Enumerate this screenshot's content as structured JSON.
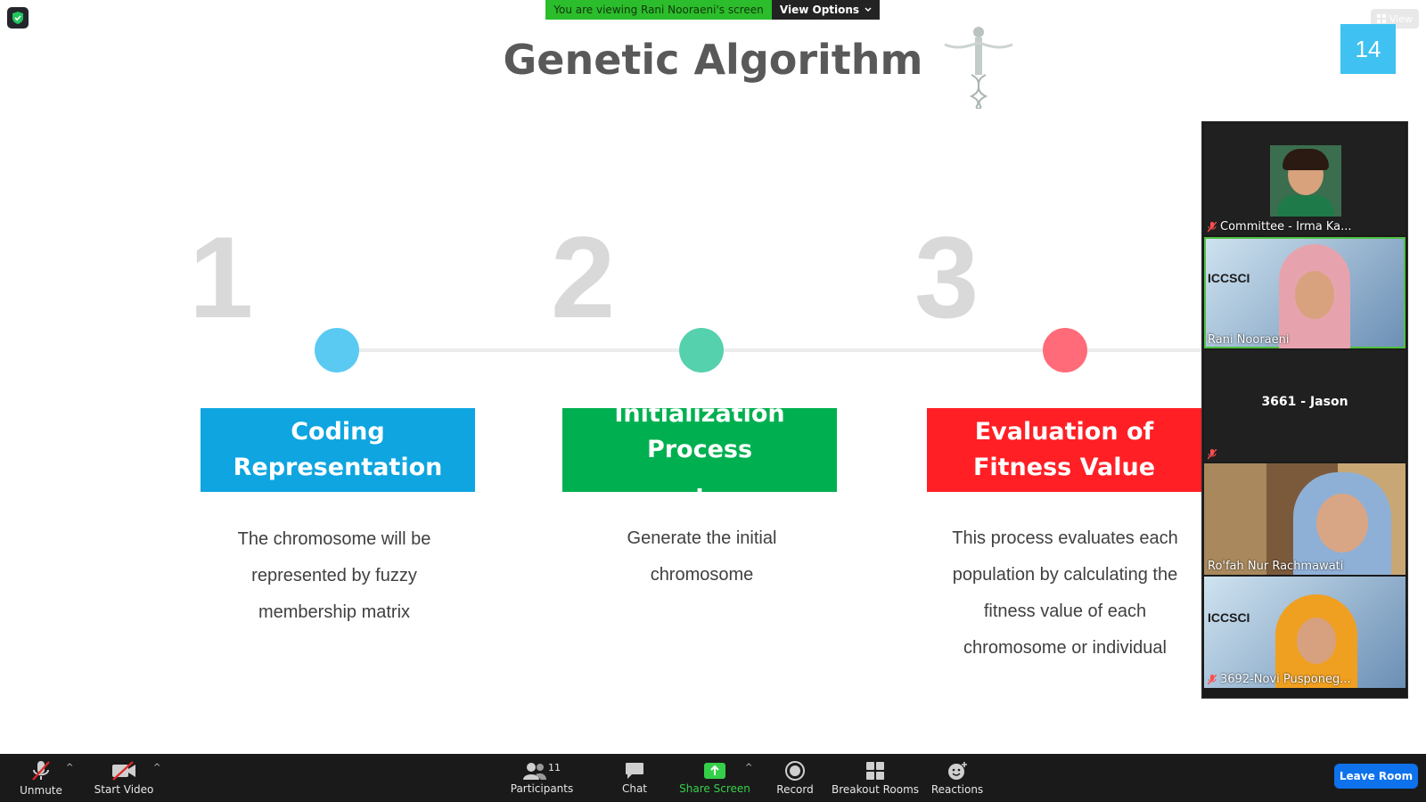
{
  "banner": {
    "message": "You are viewing Rani Nooraeni's screen",
    "options": "View Options"
  },
  "top_right": {
    "view": "View",
    "page_number": "14"
  },
  "slide": {
    "title": "Genetic Algorithm",
    "steps": [
      {
        "number": "1",
        "heading": "Coding\nRepresentation",
        "color": "#0ea5e0",
        "dot": "#5bcaf2",
        "description": "The chromosome will be\nrepresented by fuzzy\nmembership matrix"
      },
      {
        "number": "2",
        "heading": "Initialization Process\n.",
        "color": "#00b050",
        "dot": "#55d1ad",
        "description": "Generate the initial\nchromosome"
      },
      {
        "number": "3",
        "heading": "Evaluation of\nFitness Value",
        "color": "#ff1f25",
        "dot": "#ff6b79",
        "description": "This process evaluates each\npopulation by calculating the\nfitness value of each\nchromosome or individual"
      }
    ]
  },
  "participants_gallery": [
    {
      "name": "Committee - Irma Ka...",
      "muted": true
    },
    {
      "name": "Rani Nooraeni",
      "muted": false,
      "logo": "ICCSCI"
    },
    {
      "name": "3661 - Jason",
      "muted": true
    },
    {
      "name": "Ro'fah Nur Rachmawati",
      "muted": false
    },
    {
      "name": "3692-Novi Pusponeg...",
      "muted": true,
      "logo": "ICCSCI"
    }
  ],
  "toolbar": {
    "unmute": "Unmute",
    "start_video": "Start Video",
    "participants": "Participants",
    "participants_count": "11",
    "chat": "Chat",
    "share_screen": "Share Screen",
    "record": "Record",
    "breakout_rooms": "Breakout Rooms",
    "reactions": "Reactions",
    "leave_room": "Leave Room"
  }
}
